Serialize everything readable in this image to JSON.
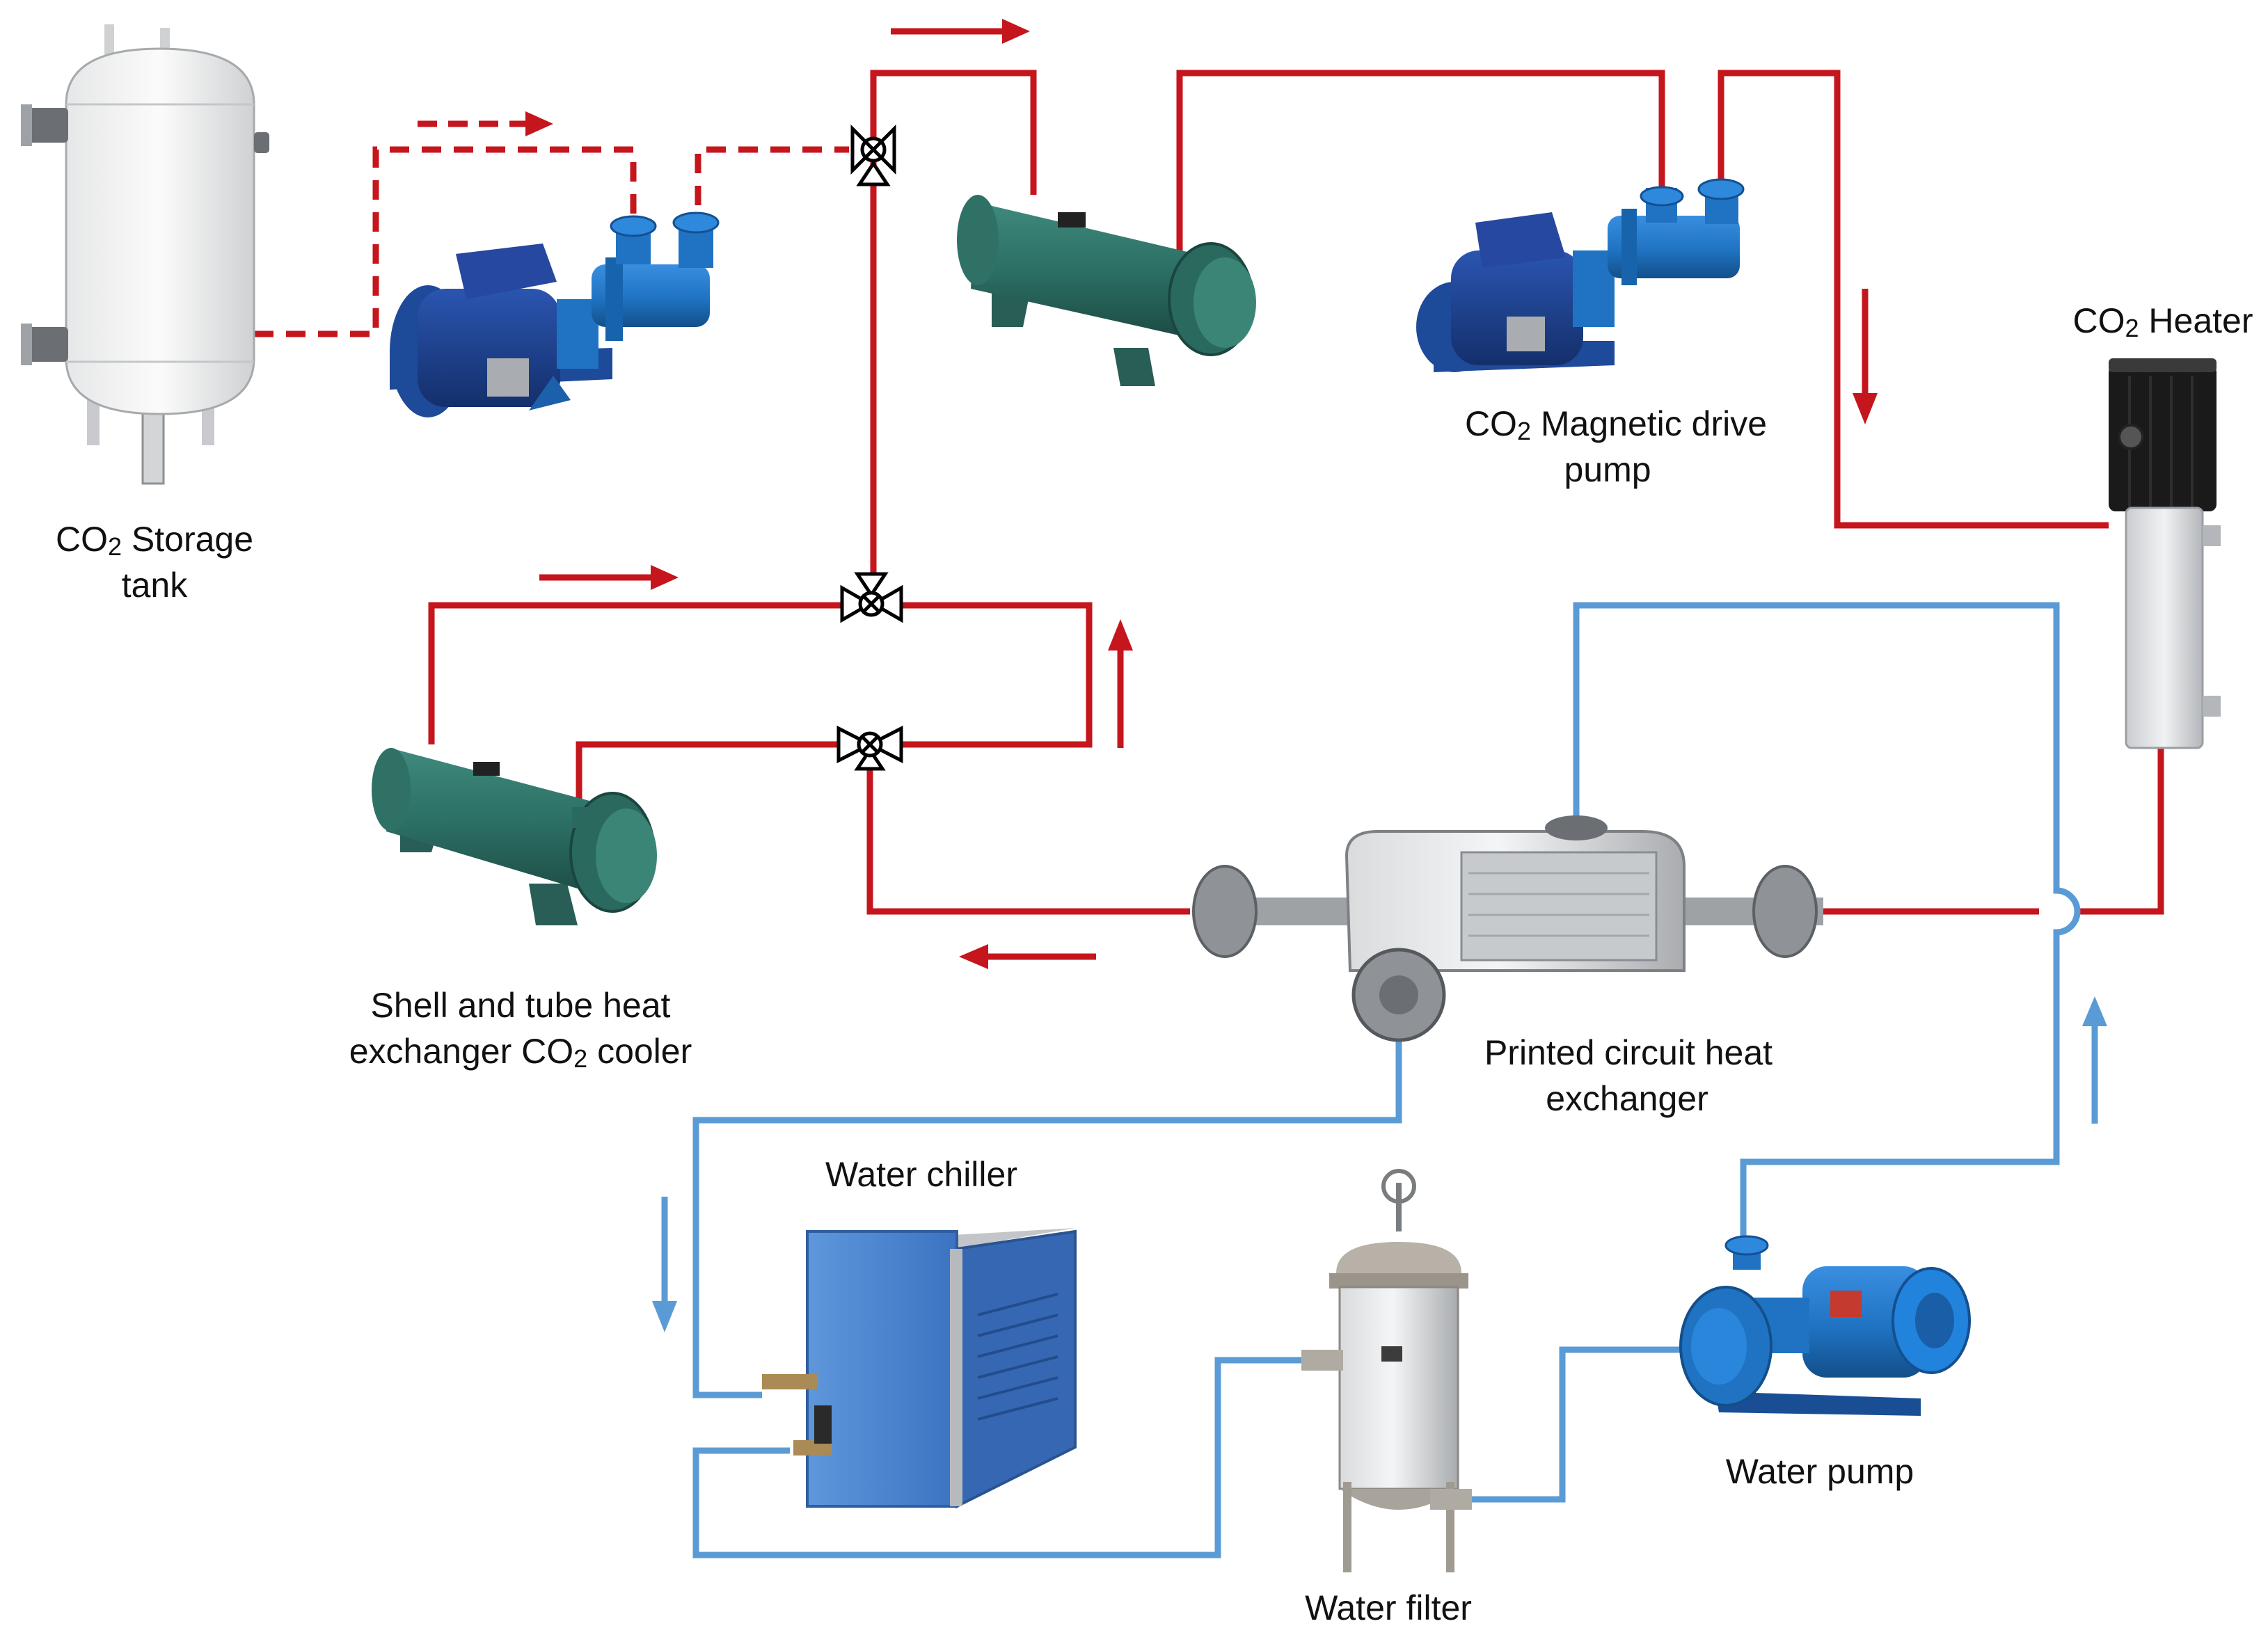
{
  "colors": {
    "co2_line": "#c4161c",
    "water_line": "#5b9bd5",
    "pump_blue": "#1f73c2",
    "hx_green": "#2c6e63",
    "steel": "#b9bcbf",
    "chiller_blue": "#4a86d4"
  },
  "labels": {
    "storage_tank": {
      "co": "CO",
      "sub": "2",
      "rest": " Storage",
      "line2": "tank"
    },
    "co2_heater": {
      "co": "CO",
      "sub": "2",
      "rest": " Heater"
    },
    "mag_pump": {
      "co": "CO",
      "sub": "2",
      "rest": " Magnetic drive",
      "line2": "pump"
    },
    "shell_tube": {
      "line1": "Shell and tube heat",
      "pre": "exchanger CO",
      "sub": "2",
      "post": " cooler"
    },
    "pche": {
      "line1": "Printed circuit heat",
      "line2": "exchanger"
    },
    "water_chiller": "Water chiller",
    "water_filter": "Water filter",
    "water_pump": "Water pump"
  },
  "icons": {
    "storage_tank": "vertical-pressure-vessel",
    "feed_pump": "co2-feed-pump-motor",
    "precooler": "shell-and-tube-heat-exchanger",
    "mag_pump": "magnetic-drive-pump",
    "heater": "electric-heater",
    "cooler": "shell-and-tube-heat-exchanger",
    "pche": "printed-circuit-heat-exchanger",
    "chiller": "water-chiller-unit",
    "filter": "bag-filter-housing",
    "water_pump": "centrifugal-water-pump",
    "valves": "three-way-valve",
    "flow_arrows": "flow-direction-arrow"
  }
}
